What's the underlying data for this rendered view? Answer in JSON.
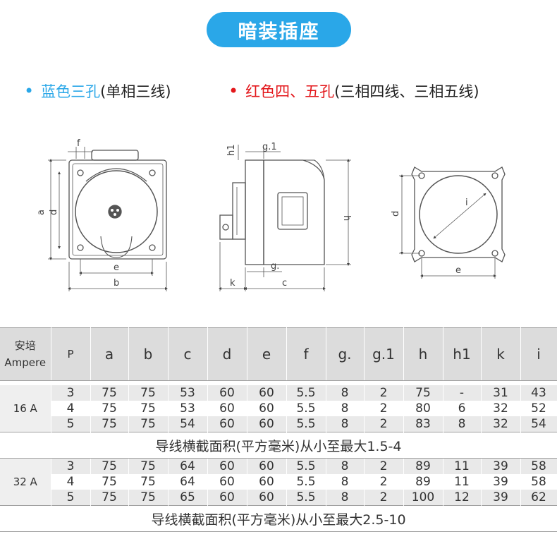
{
  "title": "暗装插座",
  "legend": {
    "blue": {
      "colored": "蓝色三孔",
      "rest": "(单相三线)"
    },
    "red": {
      "colored": "红色四、五孔",
      "rest": "(三相四线、三相五线)"
    }
  },
  "colors": {
    "accent_blue": "#2aa7e8",
    "accent_red": "#e3171b",
    "header_bg": "#dcdcdc",
    "stripe_bg": "#e9e9e9"
  },
  "drawing_labels": {
    "front": {
      "f": "f",
      "a": "a",
      "d": "d",
      "e": "e",
      "b": "b"
    },
    "side": {
      "h1": "h1",
      "g1": "g.1",
      "h": "h",
      "g": "g.",
      "k": "k",
      "c": "c"
    },
    "cutout": {
      "d": "d",
      "e": "e",
      "i": "i"
    }
  },
  "table": {
    "headers": [
      "安培",
      "Ampere",
      "P",
      "a",
      "b",
      "c",
      "d",
      "e",
      "f",
      "g.",
      "g.1",
      "h",
      "h1",
      "k",
      "i"
    ],
    "groups": [
      {
        "ampere": "16 A",
        "rows": [
          [
            "3",
            "75",
            "75",
            "53",
            "60",
            "60",
            "5.5",
            "8",
            "2",
            "75",
            "-",
            "31",
            "43"
          ],
          [
            "4",
            "75",
            "75",
            "53",
            "60",
            "60",
            "5.5",
            "8",
            "2",
            "80",
            "6",
            "32",
            "52"
          ],
          [
            "5",
            "75",
            "75",
            "54",
            "60",
            "60",
            "5.5",
            "8",
            "2",
            "83",
            "8",
            "32",
            "54"
          ]
        ],
        "note": "导线横截面积(平方毫米)从小至最大1.5-4"
      },
      {
        "ampere": "32 A",
        "rows": [
          [
            "3",
            "75",
            "75",
            "64",
            "60",
            "60",
            "5.5",
            "8",
            "2",
            "89",
            "11",
            "39",
            "58"
          ],
          [
            "4",
            "75",
            "75",
            "64",
            "60",
            "60",
            "5.5",
            "8",
            "2",
            "89",
            "11",
            "39",
            "58"
          ],
          [
            "5",
            "75",
            "75",
            "65",
            "60",
            "60",
            "5.5",
            "8",
            "2",
            "100",
            "12",
            "39",
            "62"
          ]
        ],
        "note": "导线横截面积(平方毫米)从小至最大2.5-10"
      }
    ]
  }
}
